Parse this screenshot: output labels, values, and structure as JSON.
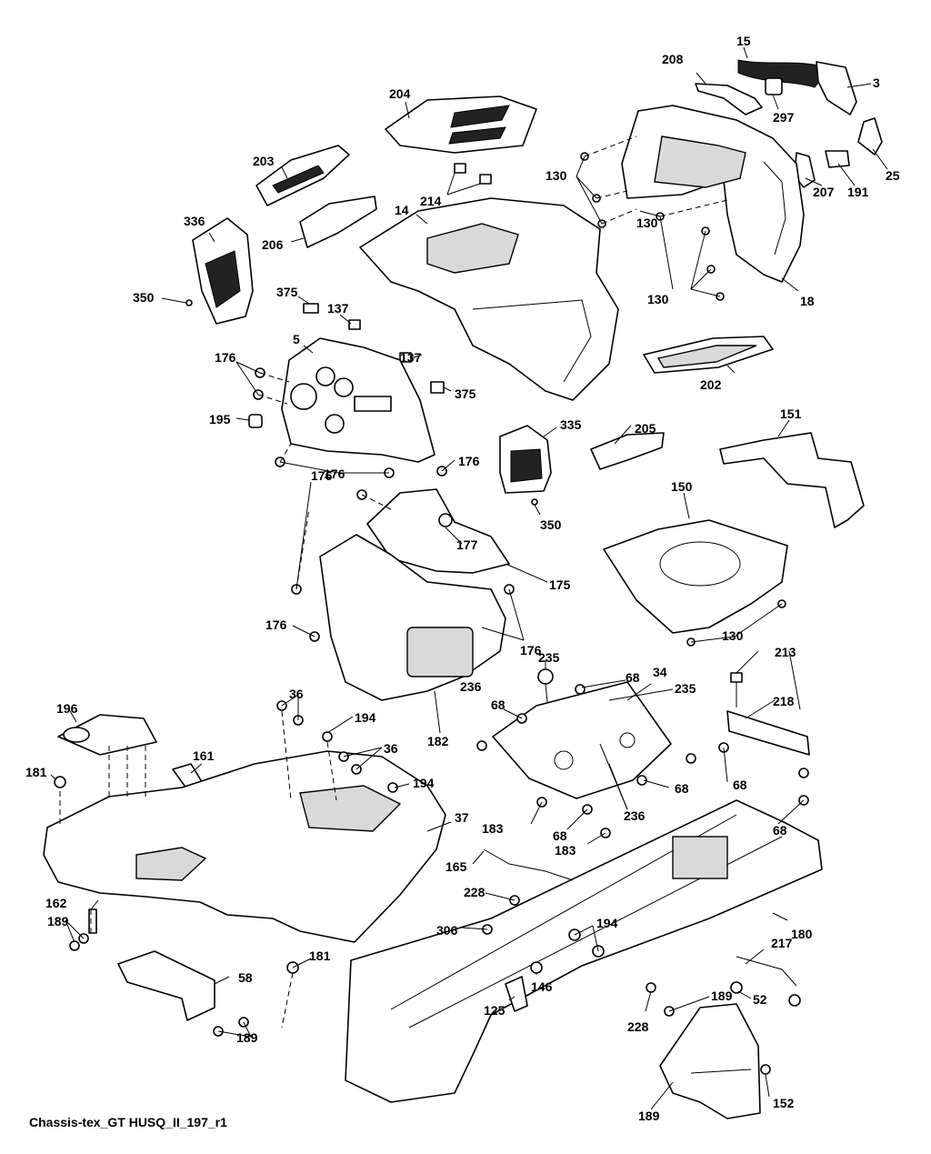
{
  "caption": "Chassis-tex_GT HUSQ_II_197_r1",
  "labels": [
    "15",
    "208",
    "3",
    "297",
    "25",
    "191",
    "207",
    "204",
    "130",
    "130",
    "130",
    "18",
    "203",
    "214",
    "14",
    "336",
    "206",
    "350",
    "375",
    "137",
    "5",
    "137",
    "176",
    "375",
    "195",
    "176",
    "176",
    "202",
    "335",
    "205",
    "151",
    "150",
    "176",
    "177",
    "175",
    "350",
    "130",
    "176",
    "176",
    "182",
    "213",
    "36",
    "194",
    "36",
    "235",
    "68",
    "34",
    "236",
    "235",
    "68",
    "218",
    "196",
    "161",
    "181",
    "194",
    "68",
    "68",
    "37",
    "183",
    "68",
    "183",
    "236",
    "68",
    "165",
    "228",
    "162",
    "189",
    "194",
    "306",
    "181",
    "58",
    "146",
    "125",
    "228",
    "189",
    "180",
    "217",
    "52",
    "189",
    "152",
    "189"
  ]
}
